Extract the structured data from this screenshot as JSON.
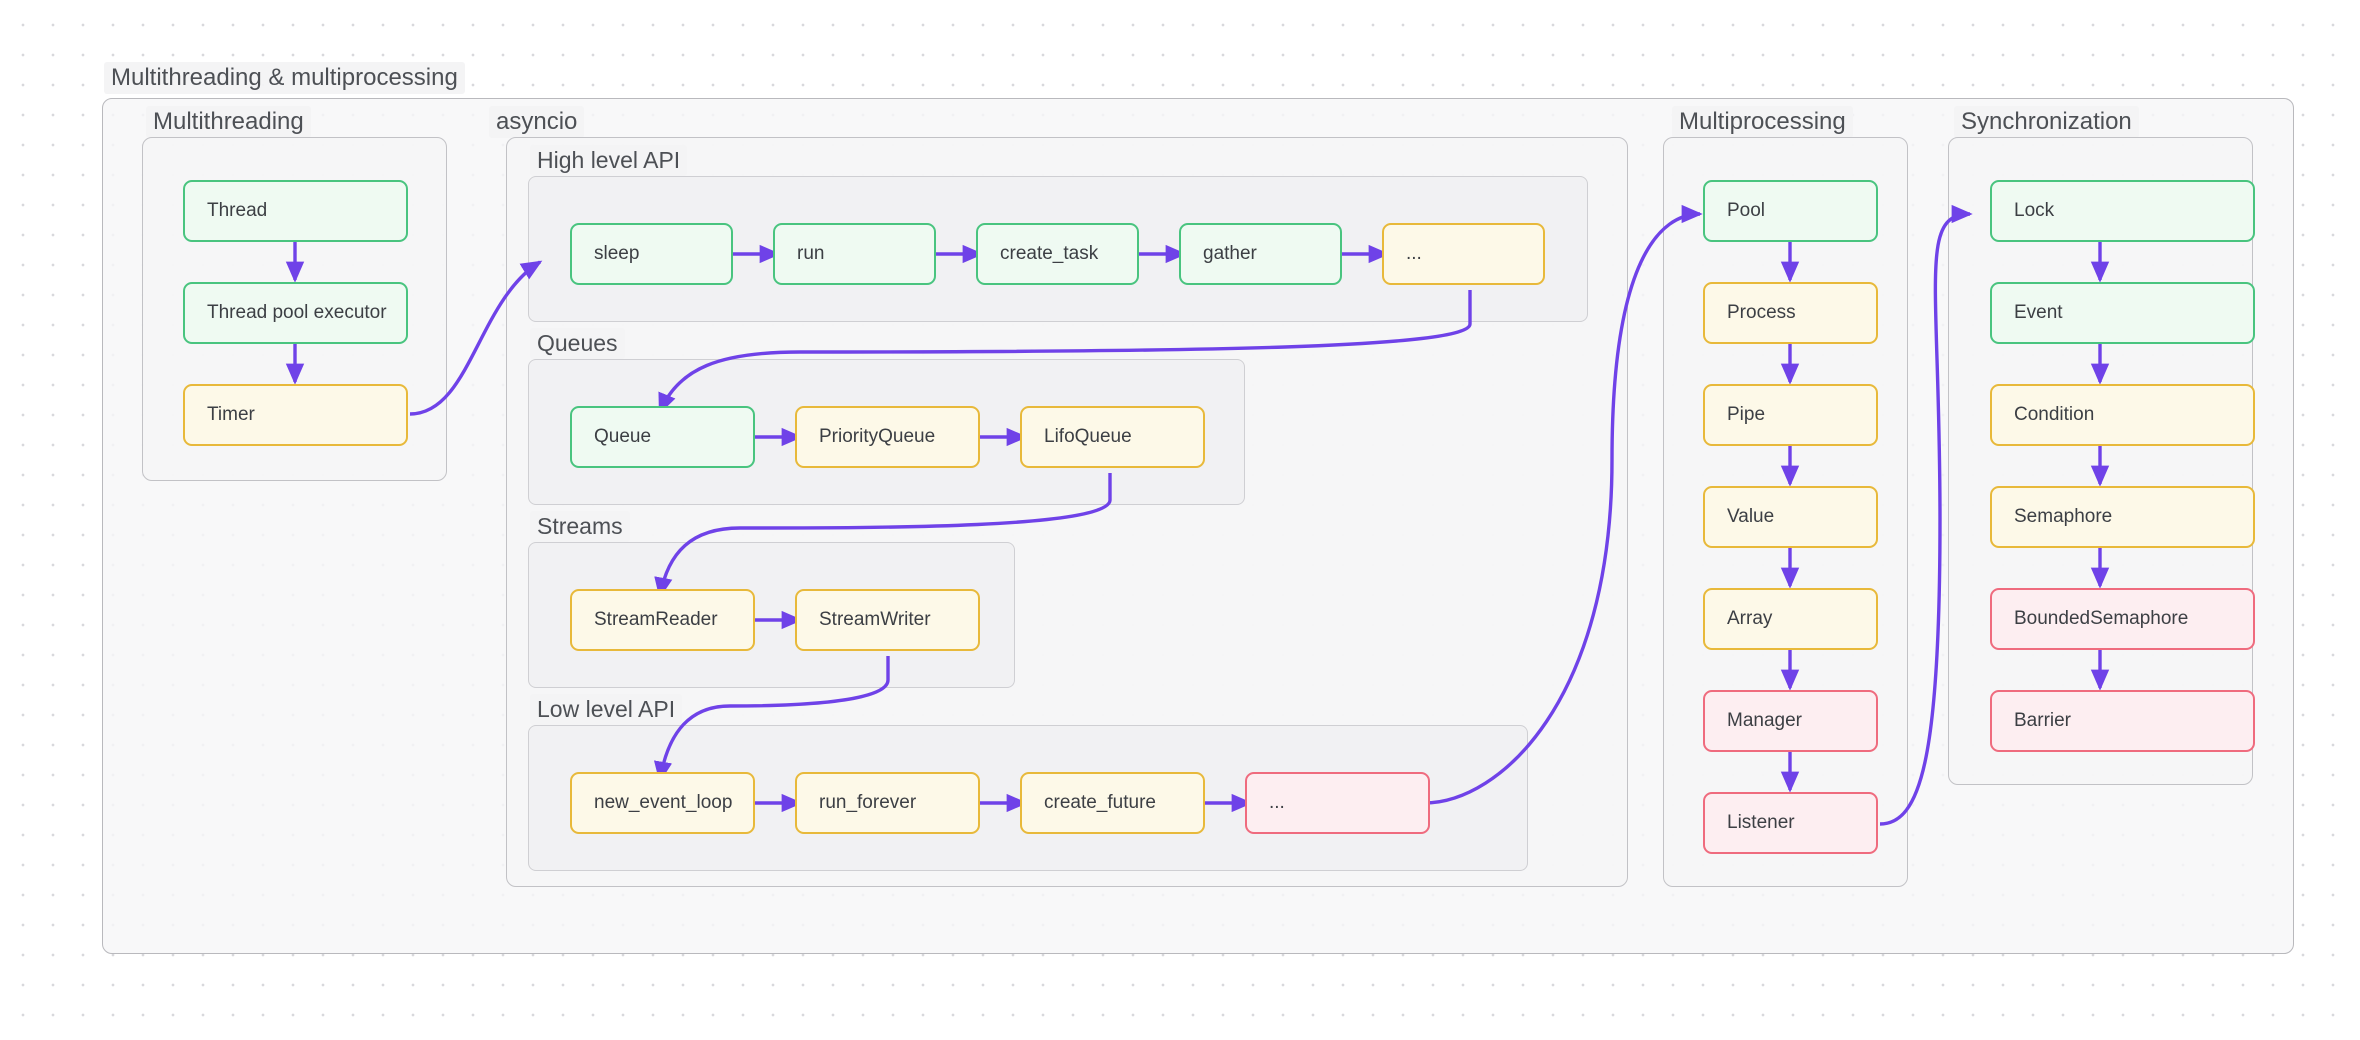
{
  "diagram": {
    "title": "Multithreading & multiprocessing",
    "accent_edge_color": "#6f42e8",
    "colors": {
      "green_border": "#49c47f",
      "green_fill": "#effaf2",
      "yellow_border": "#e8b93a",
      "yellow_fill": "#fdf9e8",
      "red_border": "#ef6b7e",
      "red_fill": "#fdeef1",
      "group_border": "#b9b9bd",
      "text": "#3c3f44"
    }
  },
  "groups": {
    "root_label": "Multithreading & multiprocessing",
    "multithreading_label": "Multithreading",
    "asyncio_label": "asyncio",
    "high_level_api_label": "High level API",
    "queues_label": "Queues",
    "streams_label": "Streams",
    "low_level_api_label": "Low level API",
    "multiprocessing_label": "Multiprocessing",
    "synchronization_label": "Synchronization"
  },
  "nodes": {
    "multithreading": [
      {
        "id": "thread",
        "label": "Thread",
        "color": "green"
      },
      {
        "id": "tpe",
        "label": "Thread pool executor",
        "color": "green"
      },
      {
        "id": "timer",
        "label": "Timer",
        "color": "yellow"
      }
    ],
    "high_level_api": [
      {
        "id": "sleep",
        "label": "sleep",
        "color": "green"
      },
      {
        "id": "run",
        "label": "run",
        "color": "green"
      },
      {
        "id": "create_task",
        "label": "create_task",
        "color": "green"
      },
      {
        "id": "gather",
        "label": "gather",
        "color": "green"
      },
      {
        "id": "hl_more",
        "label": "...",
        "color": "yellow"
      }
    ],
    "queues": [
      {
        "id": "queue",
        "label": "Queue",
        "color": "green"
      },
      {
        "id": "priority_queue",
        "label": "PriorityQueue",
        "color": "yellow"
      },
      {
        "id": "lifo_queue",
        "label": "LifoQueue",
        "color": "yellow"
      }
    ],
    "streams": [
      {
        "id": "stream_reader",
        "label": "StreamReader",
        "color": "yellow"
      },
      {
        "id": "stream_writer",
        "label": "StreamWriter",
        "color": "yellow"
      }
    ],
    "low_level_api": [
      {
        "id": "new_event_loop",
        "label": "new_event_loop",
        "color": "yellow"
      },
      {
        "id": "run_forever",
        "label": "run_forever",
        "color": "yellow"
      },
      {
        "id": "create_future",
        "label": "create_future",
        "color": "yellow"
      },
      {
        "id": "ll_more",
        "label": "...",
        "color": "red"
      }
    ],
    "multiprocessing": [
      {
        "id": "pool",
        "label": "Pool",
        "color": "green"
      },
      {
        "id": "process",
        "label": "Process",
        "color": "yellow"
      },
      {
        "id": "pipe",
        "label": "Pipe",
        "color": "yellow"
      },
      {
        "id": "value",
        "label": "Value",
        "color": "yellow"
      },
      {
        "id": "array",
        "label": "Array",
        "color": "yellow"
      },
      {
        "id": "manager",
        "label": "Manager",
        "color": "red"
      },
      {
        "id": "listener",
        "label": "Listener",
        "color": "red"
      }
    ],
    "synchronization": [
      {
        "id": "lock",
        "label": "Lock",
        "color": "green"
      },
      {
        "id": "event",
        "label": "Event",
        "color": "green"
      },
      {
        "id": "condition",
        "label": "Condition",
        "color": "yellow"
      },
      {
        "id": "semaphore",
        "label": "Semaphore",
        "color": "yellow"
      },
      {
        "id": "bounded_semaphore",
        "label": "BoundedSemaphore",
        "color": "red"
      },
      {
        "id": "barrier",
        "label": "Barrier",
        "color": "red"
      }
    ]
  },
  "edges": [
    {
      "from": "thread",
      "to": "tpe"
    },
    {
      "from": "tpe",
      "to": "timer"
    },
    {
      "from": "timer",
      "to": "sleep"
    },
    {
      "from": "sleep",
      "to": "run"
    },
    {
      "from": "run",
      "to": "create_task"
    },
    {
      "from": "create_task",
      "to": "gather"
    },
    {
      "from": "gather",
      "to": "hl_more"
    },
    {
      "from": "hl_more",
      "to": "queue"
    },
    {
      "from": "queue",
      "to": "priority_queue"
    },
    {
      "from": "priority_queue",
      "to": "lifo_queue"
    },
    {
      "from": "lifo_queue",
      "to": "stream_reader"
    },
    {
      "from": "stream_reader",
      "to": "stream_writer"
    },
    {
      "from": "stream_writer",
      "to": "new_event_loop"
    },
    {
      "from": "new_event_loop",
      "to": "run_forever"
    },
    {
      "from": "run_forever",
      "to": "create_future"
    },
    {
      "from": "create_future",
      "to": "ll_more"
    },
    {
      "from": "ll_more",
      "to": "pool"
    },
    {
      "from": "pool",
      "to": "process"
    },
    {
      "from": "process",
      "to": "pipe"
    },
    {
      "from": "pipe",
      "to": "value"
    },
    {
      "from": "value",
      "to": "array"
    },
    {
      "from": "array",
      "to": "manager"
    },
    {
      "from": "manager",
      "to": "listener"
    },
    {
      "from": "listener",
      "to": "lock"
    },
    {
      "from": "lock",
      "to": "event"
    },
    {
      "from": "event",
      "to": "condition"
    },
    {
      "from": "condition",
      "to": "semaphore"
    },
    {
      "from": "semaphore",
      "to": "bounded_semaphore"
    },
    {
      "from": "bounded_semaphore",
      "to": "barrier"
    }
  ]
}
